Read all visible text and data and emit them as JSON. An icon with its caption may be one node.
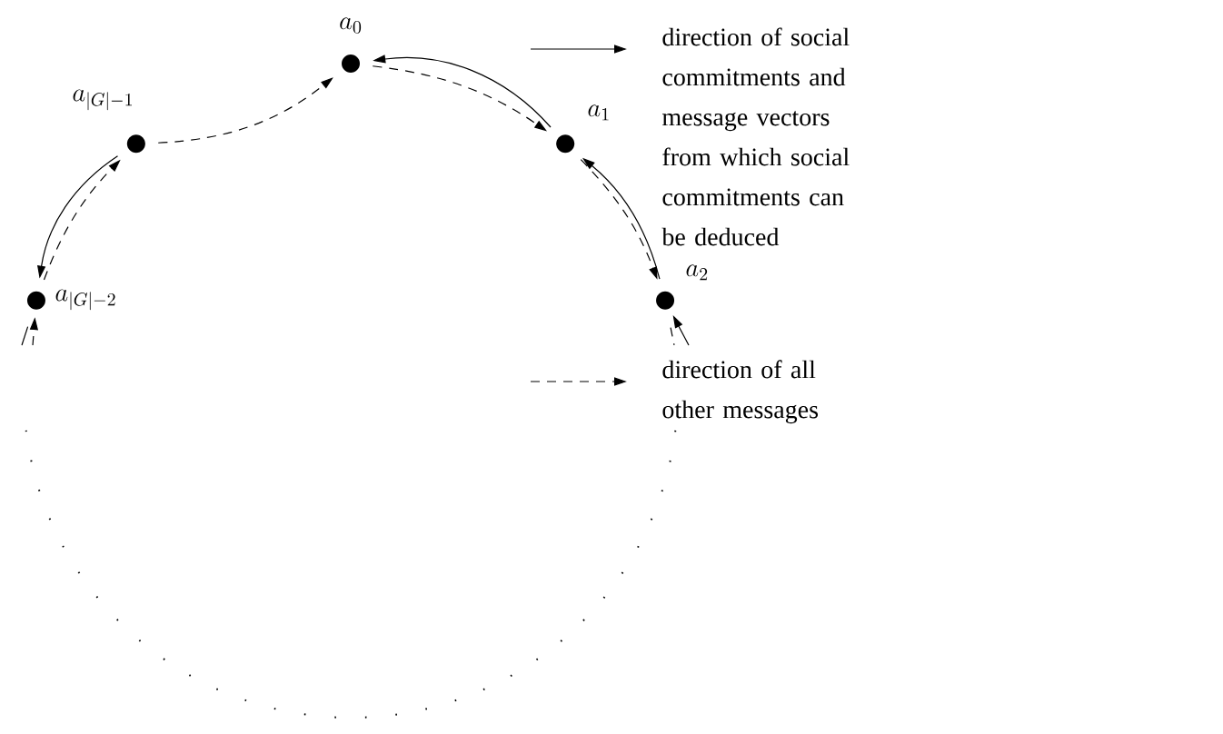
{
  "diagram": {
    "nodes": [
      {
        "text": [],
        "shape": "circle",
        "beside": [
          "a_0"
        ]
      },
      {
        "text": [],
        "shape": "circle",
        "beside": [
          "a_1"
        ]
      },
      {
        "text": [],
        "shape": "circle",
        "beside": [
          "a_2"
        ]
      },
      {
        "text": [],
        "shape": "circle",
        "beside": [
          "a_{|G|-2}"
        ]
      },
      {
        "text": [],
        "shape": "circle",
        "beside": [
          "a_{|G|-1}"
        ]
      }
    ],
    "edges": [
      {
        "from": 1,
        "to": 0,
        "arrow": "to"
      },
      {
        "from": 0,
        "to": 1,
        "arrow": "to",
        "style": "dashed"
      },
      {
        "from": 2,
        "to": 1,
        "arrow": "to"
      },
      {
        "from": 1,
        "to": 2,
        "arrow": "to",
        "style": "dashed"
      },
      {
        "from": null,
        "to": 2,
        "arrow": "to"
      },
      {
        "from": 2,
        "to": null,
        "arrow": "none",
        "style": "dashed"
      },
      {
        "from": 4,
        "to": 0,
        "arrow": "to",
        "style": "dashed"
      },
      {
        "from": 4,
        "to": 3,
        "arrow": "to"
      },
      {
        "from": 3,
        "to": 4,
        "arrow": "to",
        "style": "dashed"
      },
      {
        "from": 3,
        "to": null,
        "arrow": "none"
      },
      {
        "from": null,
        "to": 3,
        "arrow": "to",
        "style": "dashed"
      }
    ],
    "legend": [
      {
        "text": "direction of social commitments and message vectors from which social commitments can be deduced"
      },
      {
        "text": "direction of all other messages"
      }
    ]
  }
}
